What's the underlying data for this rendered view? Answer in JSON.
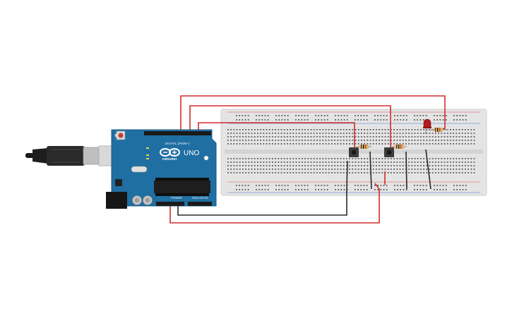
{
  "board": {
    "brand_label": "UNO",
    "maker_label": "ARDUINO",
    "digital_header_label": "DIGITAL (PWM~)",
    "power_header_label": "POWER",
    "analog_header_label": "ANALOG IN"
  },
  "colors": {
    "board_blue": "#1f6fa3",
    "board_dark": "#165a86",
    "breadboard": "#e3e3e3",
    "wire_red": "#d22b2b",
    "wire_black": "#2a2a2a",
    "led_red": "#b31b1b",
    "resistor_body": "#d8b46a"
  },
  "components": [
    {
      "kind": "usb-cable"
    },
    {
      "kind": "arduino-uno"
    },
    {
      "kind": "breadboard"
    },
    {
      "kind": "pushbutton"
    },
    {
      "kind": "pushbutton"
    },
    {
      "kind": "resistor"
    },
    {
      "kind": "resistor"
    },
    {
      "kind": "resistor"
    },
    {
      "kind": "led"
    }
  ]
}
